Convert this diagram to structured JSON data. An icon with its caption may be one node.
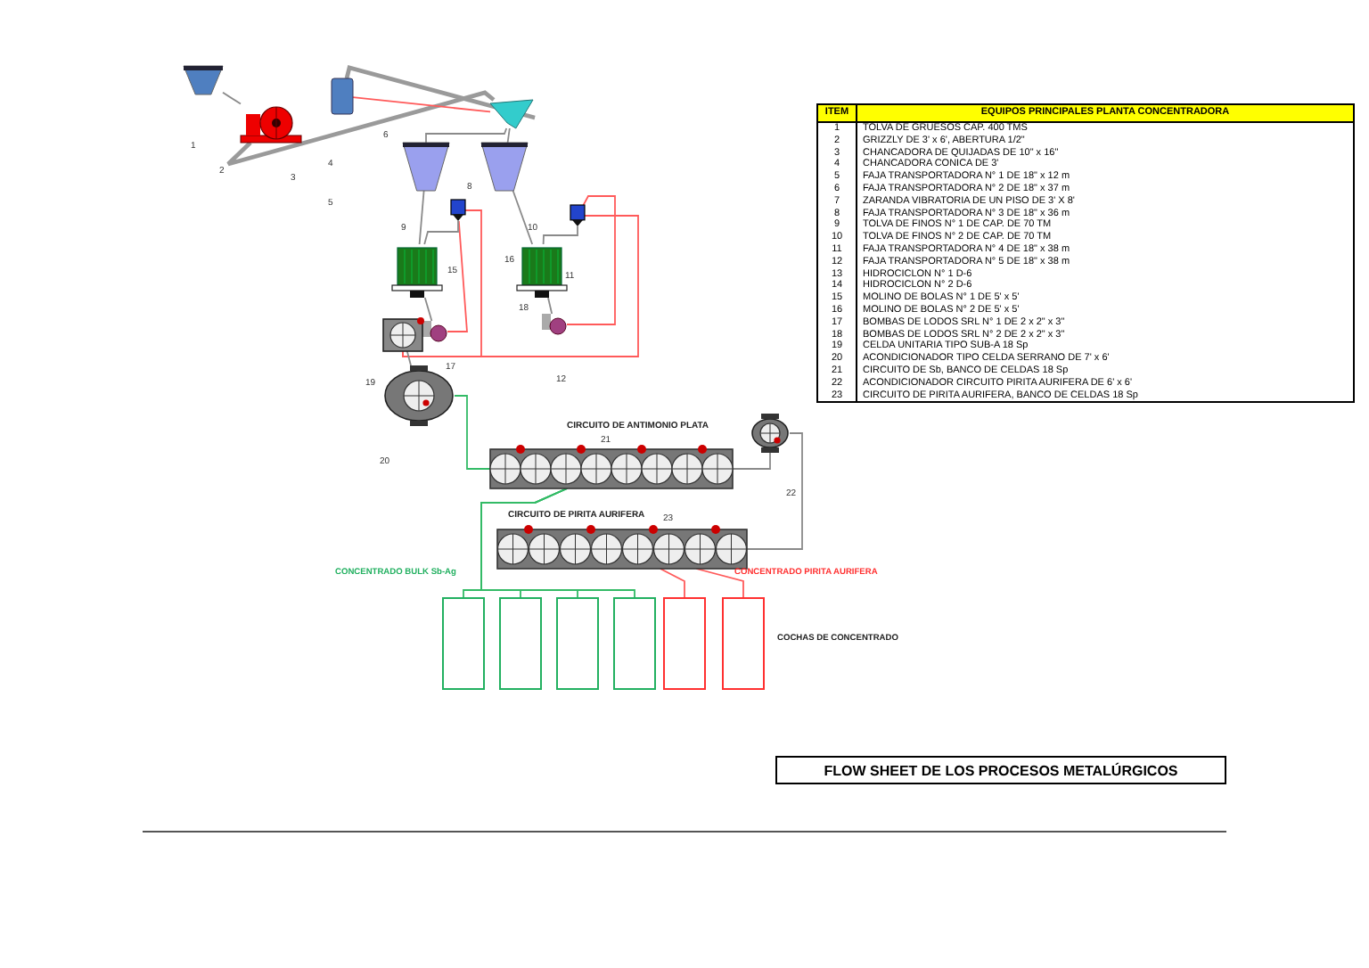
{
  "diagram": {
    "title": "FLOW SHEET DE LOS PROCESOS METALÚRGICOS",
    "nodes": [
      {
        "text": [],
        "shape": "hopper"
      },
      {
        "text": [],
        "shape": "crusher"
      },
      {
        "text": [],
        "shape": "crusher"
      },
      {
        "text": [],
        "shape": "screen"
      },
      {
        "text": [],
        "shape": "hopper"
      },
      {
        "text": [],
        "shape": "hopper"
      },
      {
        "text": [],
        "shape": "cyclone"
      },
      {
        "text": [],
        "shape": "cyclone"
      },
      {
        "text": [],
        "shape": "mill"
      },
      {
        "text": [],
        "shape": "mill"
      },
      {
        "text": [],
        "shape": "pump"
      },
      {
        "text": [],
        "shape": "pump"
      },
      {
        "text": [],
        "shape": "cell"
      },
      {
        "text": [],
        "shape": "tank"
      },
      {
        "text": [],
        "shape": "bank"
      },
      {
        "text": [],
        "shape": "tank"
      },
      {
        "text": [],
        "shape": "bank"
      },
      {
        "text": [],
        "shape": "box"
      },
      {
        "text": [],
        "shape": "box"
      },
      {
        "text": [],
        "shape": "box"
      },
      {
        "text": [],
        "shape": "box"
      },
      {
        "text": [],
        "shape": "box"
      },
      {
        "text": [],
        "shape": "box"
      }
    ],
    "edges": [
      {
        "from": 0,
        "to": 1,
        "arrow": "none"
      },
      {
        "from": 1,
        "to": 3,
        "arrow": "none",
        "style": "thick"
      },
      {
        "from": 3,
        "to": 2,
        "arrow": "none",
        "color": "#ff5a5a"
      },
      {
        "from": 2,
        "to": 3,
        "arrow": "none",
        "style": "thick"
      },
      {
        "from": 3,
        "to": 4,
        "arrow": "none"
      },
      {
        "from": 3,
        "to": 5,
        "arrow": "none"
      },
      {
        "from": 4,
        "to": 8,
        "arrow": "none"
      },
      {
        "from": 5,
        "to": 9,
        "arrow": "none"
      },
      {
        "from": 8,
        "to": 10,
        "arrow": "none"
      },
      {
        "from": 10,
        "to": 6,
        "arrow": "none",
        "color": "#ff5a5a"
      },
      {
        "from": 6,
        "to": 8,
        "arrow": "none"
      },
      {
        "from": 9,
        "to": 11,
        "arrow": "none"
      },
      {
        "from": 11,
        "to": 7,
        "arrow": "none",
        "color": "#ff5a5a"
      },
      {
        "from": 7,
        "to": 9,
        "arrow": "none"
      },
      {
        "from": 6,
        "to": 12,
        "arrow": "none",
        "color": "#ff5a5a"
      },
      {
        "from": 7,
        "to": 12,
        "arrow": "none",
        "color": "#ff5a5a"
      },
      {
        "from": 12,
        "to": 13,
        "arrow": "none"
      },
      {
        "from": 13,
        "to": 14,
        "arrow": "none",
        "color": "#33bb66"
      },
      {
        "from": 14,
        "to": 15,
        "arrow": "none"
      },
      {
        "from": 15,
        "to": 16,
        "arrow": "none"
      },
      {
        "from": 14,
        "to": 17,
        "arrow": "none",
        "color": "#33bb66"
      },
      {
        "from": 14,
        "to": 18,
        "arrow": "none",
        "color": "#33bb66"
      },
      {
        "from": 14,
        "to": 19,
        "arrow": "none",
        "color": "#33bb66"
      },
      {
        "from": 14,
        "to": 20,
        "arrow": "none",
        "color": "#33bb66"
      },
      {
        "from": 16,
        "to": 21,
        "arrow": "none",
        "color": "#ff5a5a"
      },
      {
        "from": 16,
        "to": 22,
        "arrow": "none",
        "color": "#ff5a5a"
      }
    ],
    "labels": [
      "1",
      "2",
      "3",
      "4",
      "5",
      "6",
      "8",
      "9",
      "10",
      "15",
      "16",
      "11",
      "18",
      "17",
      "12",
      "19",
      "20",
      "21",
      "22",
      "23",
      "CIRCUITO DE ANTIMONIO PLATA",
      "CIRCUITO DE PIRITA AURIFERA",
      "CONCENTRADO BULK Sb-Ag",
      "CONCENTRADO PIRITA AURIFERA",
      "COCHAS DE CONCENTRADO",
      "ITEM",
      "EQUIPOS PRINCIPALES PLANTA CONCENTRADORA",
      "1",
      "TOLVA DE GRUESOS CAP. 400 TMS",
      "2",
      "GRIZZLY DE 3' x 6', ABERTURA 1/2\"",
      "3",
      "CHANCADORA DE QUIJADAS DE 10\" x 16\"",
      "4",
      "CHANCADORA CONICA DE 3'",
      "5",
      "FAJA TRANSPORTADORA N° 1 DE 18\" x 12 m",
      "6",
      "FAJA TRANSPORTADORA N° 2 DE 18\" x 37 m",
      "7",
      "ZARANDA VIBRATORIA DE UN PISO DE 3' X 8'",
      "8",
      "FAJA TRANSPORTADORA N° 3 DE 18\" x 36 m",
      "9",
      "TOLVA DE FINOS N° 1 DE CAP. DE 70 TM",
      "10",
      "TOLVA DE FINOS N° 2 DE CAP. DE 70 TM",
      "11",
      "FAJA TRANSPORTADORA N° 4 DE 18\" x 38 m",
      "12",
      "FAJA TRANSPORTADORA N° 5 DE 18\" x 38 m",
      "13",
      "HIDROCICLON N° 1 D-6",
      "14",
      "HIDROCICLON N° 2 D-6",
      "15",
      "MOLINO DE BOLAS N° 1 DE 5' x 5'",
      "16",
      "MOLINO DE BOLAS N° 2 DE 5' x 5'",
      "17",
      "BOMBAS DE LODOS SRL N° 1 DE 2 x 2\" x 3\"",
      "18",
      "BOMBAS DE LODOS SRL N° 2 DE 2 x 2\" x 3\"",
      "19",
      "CELDA UNITARIA TIPO SUB-A 18 Sp",
      "20",
      "ACONDICIONADOR TIPO CELDA SERRANO DE 7' x 6'",
      "21",
      "CIRCUITO DE Sb, BANCO DE CELDAS 18 Sp",
      "22",
      "ACONDICIONADOR CIRCUITO PIRITA AURIFERA DE 6' x 6'",
      "23",
      "CIRCUITO DE PIRITA AURIFERA, BANCO DE CELDAS 18 Sp"
    ]
  }
}
